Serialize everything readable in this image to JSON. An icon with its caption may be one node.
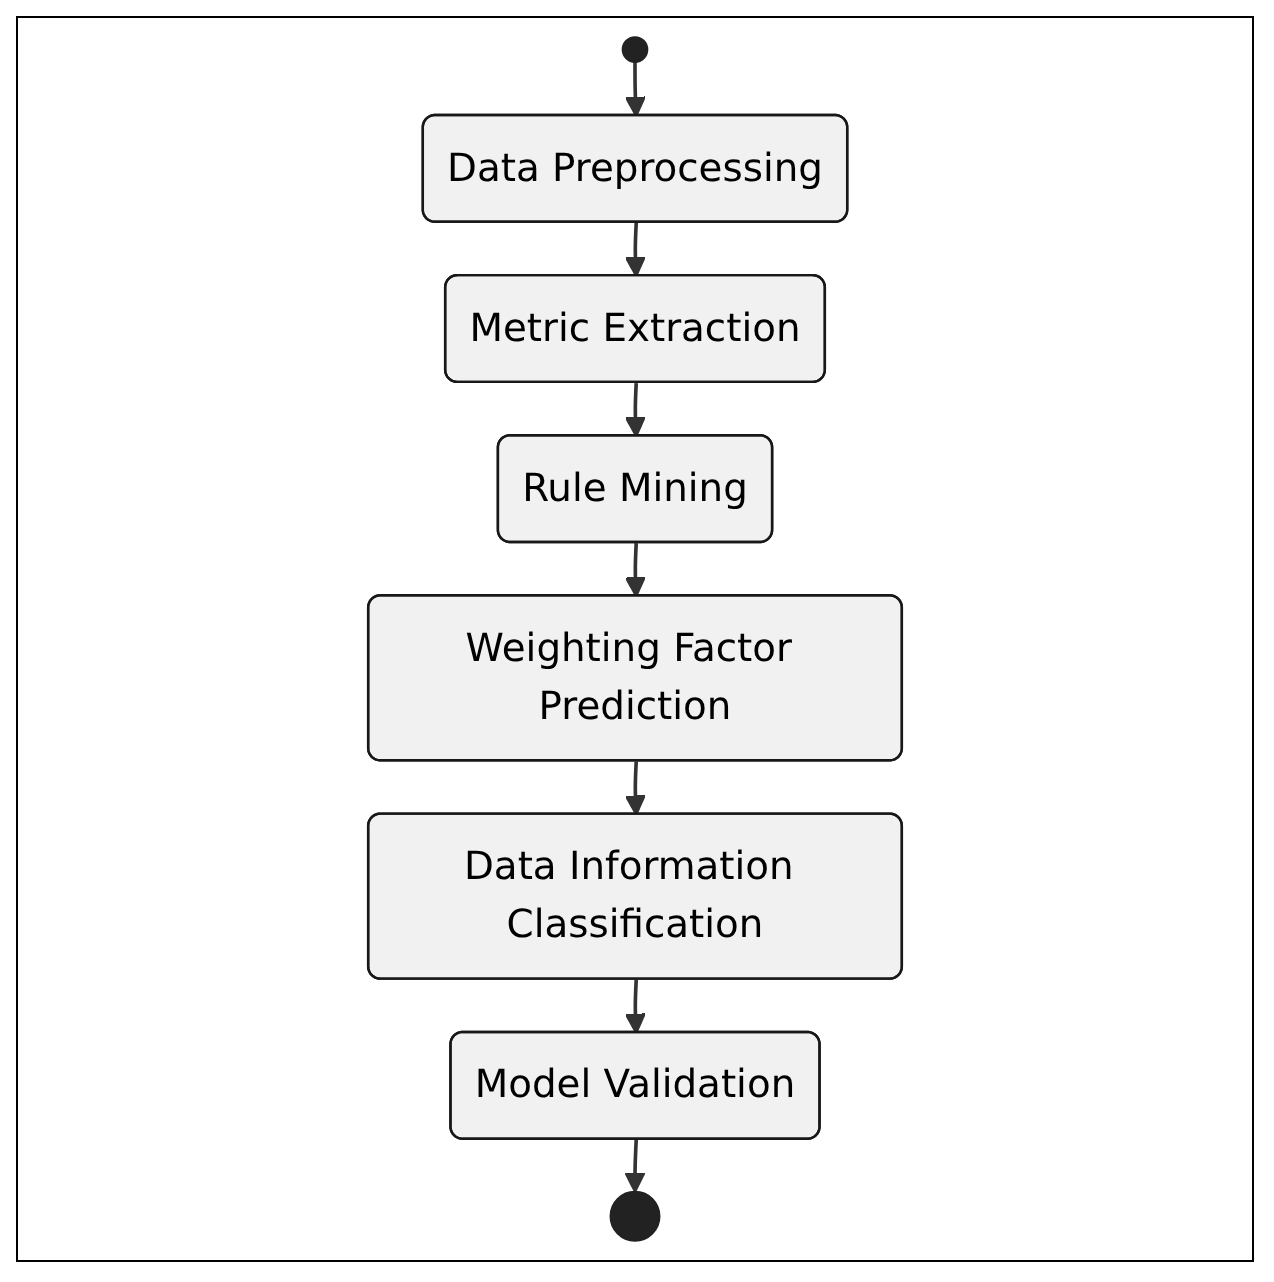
{
  "diagram": {
    "nodes": [
      {
        "text": [],
        "shape": "circle"
      },
      {
        "text": [
          "Data Preprocessing"
        ]
      },
      {
        "text": [
          "Metric Extraction"
        ]
      },
      {
        "text": [
          "Rule Mining"
        ]
      },
      {
        "text": [
          "Weighting Factor Prediction"
        ]
      },
      {
        "text": [
          "Data Information Classification"
        ]
      },
      {
        "text": [
          "Model Validation"
        ]
      },
      {
        "text": [],
        "shape": "circle"
      }
    ],
    "edges": [
      {
        "from": 0,
        "to": 1,
        "arrow": "to"
      },
      {
        "from": 1,
        "to": 2,
        "arrow": "to"
      },
      {
        "from": 2,
        "to": 3,
        "arrow": "to"
      },
      {
        "from": 3,
        "to": 4,
        "arrow": "to"
      },
      {
        "from": 4,
        "to": 5,
        "arrow": "to"
      },
      {
        "from": 5,
        "to": 6,
        "arrow": "to"
      },
      {
        "from": 6,
        "to": 7,
        "arrow": "to"
      }
    ]
  }
}
